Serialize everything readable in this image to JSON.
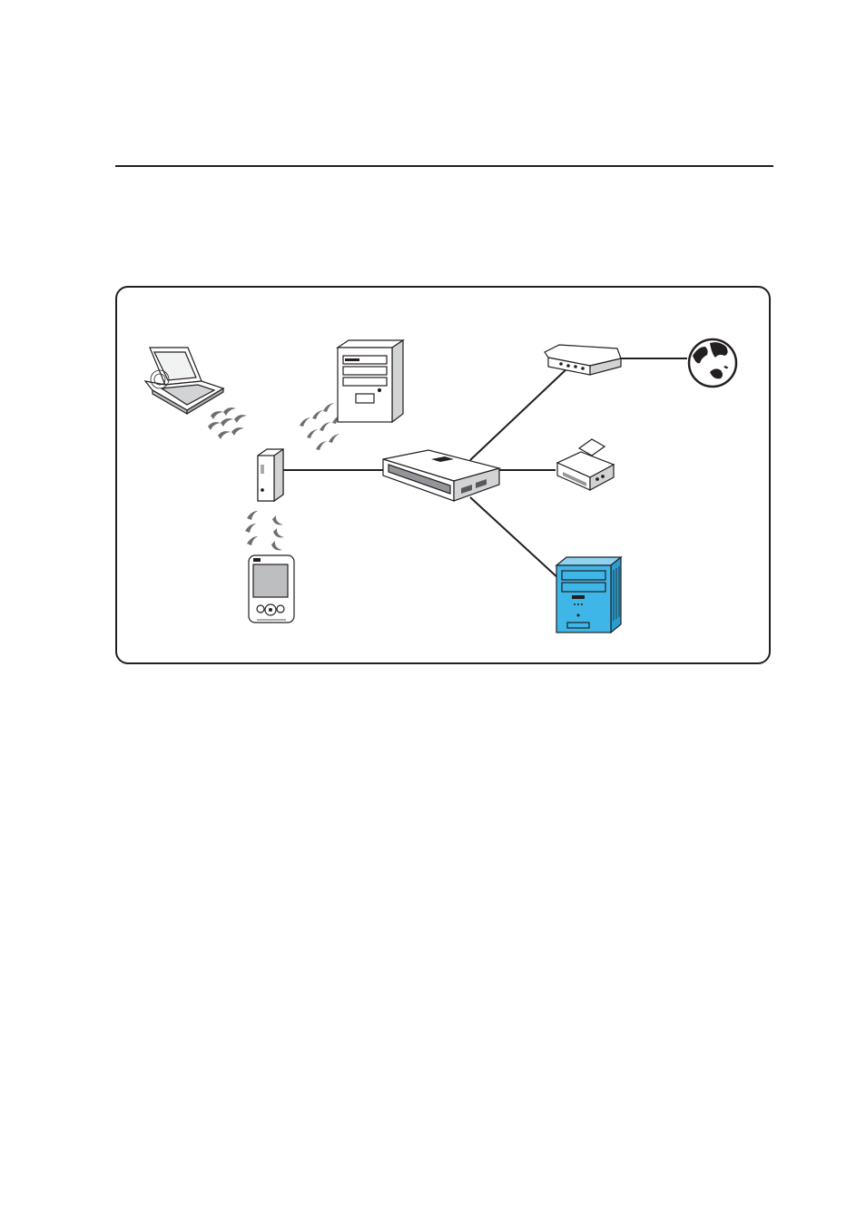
{
  "diagram": {
    "type": "network-topology",
    "nodes": [
      {
        "id": "laptop",
        "icon": "laptop-icon"
      },
      {
        "id": "desktop-pc",
        "icon": "desktop-tower-icon"
      },
      {
        "id": "wireless-access-point",
        "icon": "access-point-icon"
      },
      {
        "id": "pda",
        "icon": "pda-icon"
      },
      {
        "id": "network-switch",
        "icon": "switch-icon"
      },
      {
        "id": "router",
        "icon": "router-icon"
      },
      {
        "id": "internet",
        "icon": "globe-icon"
      },
      {
        "id": "printer",
        "icon": "printer-icon"
      },
      {
        "id": "nas-server",
        "icon": "nas-server-icon",
        "color": "#3fb6e8"
      }
    ],
    "links": [
      {
        "from": "laptop",
        "to": "wireless-access-point",
        "medium": "wireless"
      },
      {
        "from": "desktop-pc",
        "to": "wireless-access-point",
        "medium": "wireless"
      },
      {
        "from": "pda",
        "to": "wireless-access-point",
        "medium": "wireless"
      },
      {
        "from": "wireless-access-point",
        "to": "network-switch",
        "medium": "wired"
      },
      {
        "from": "network-switch",
        "to": "router",
        "medium": "wired"
      },
      {
        "from": "router",
        "to": "internet",
        "medium": "wired"
      },
      {
        "from": "network-switch",
        "to": "printer",
        "medium": "wired"
      },
      {
        "from": "network-switch",
        "to": "nas-server",
        "medium": "wired"
      }
    ],
    "colors": {
      "line": "#231f20",
      "accent": "#3fb6e8",
      "device_fill": "#ffffff",
      "device_shade": "#e6e7e8"
    }
  }
}
